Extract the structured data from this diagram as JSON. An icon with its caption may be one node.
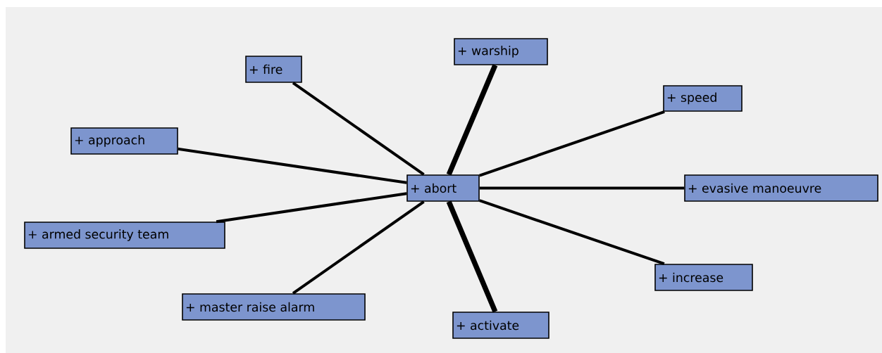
{
  "diagram": {
    "nodes": [
      {
        "text": [
          "+ warship"
        ]
      },
      {
        "text": [
          "+ fire"
        ]
      },
      {
        "text": [
          "+ speed"
        ]
      },
      {
        "text": [
          "+ approach"
        ]
      },
      {
        "text": [
          "+ abort"
        ]
      },
      {
        "text": [
          "+ evasive manoeuvre"
        ]
      },
      {
        "text": [
          "+ armed security team"
        ]
      },
      {
        "text": [
          "+ increase"
        ]
      },
      {
        "text": [
          "+ master raise alarm"
        ]
      },
      {
        "text": [
          "+ activate"
        ]
      }
    ],
    "edges": [
      {
        "from": 4,
        "to": 0,
        "arrow": "none",
        "style": "thick"
      },
      {
        "from": 4,
        "to": 1,
        "arrow": "none"
      },
      {
        "from": 4,
        "to": 2,
        "arrow": "none"
      },
      {
        "from": 4,
        "to": 3,
        "arrow": "none"
      },
      {
        "from": 4,
        "to": 5,
        "arrow": "none"
      },
      {
        "from": 4,
        "to": 6,
        "arrow": "none"
      },
      {
        "from": 4,
        "to": 7,
        "arrow": "none"
      },
      {
        "from": 4,
        "to": 8,
        "arrow": "none"
      },
      {
        "from": 4,
        "to": 9,
        "arrow": "none",
        "style": "thick"
      }
    ]
  }
}
